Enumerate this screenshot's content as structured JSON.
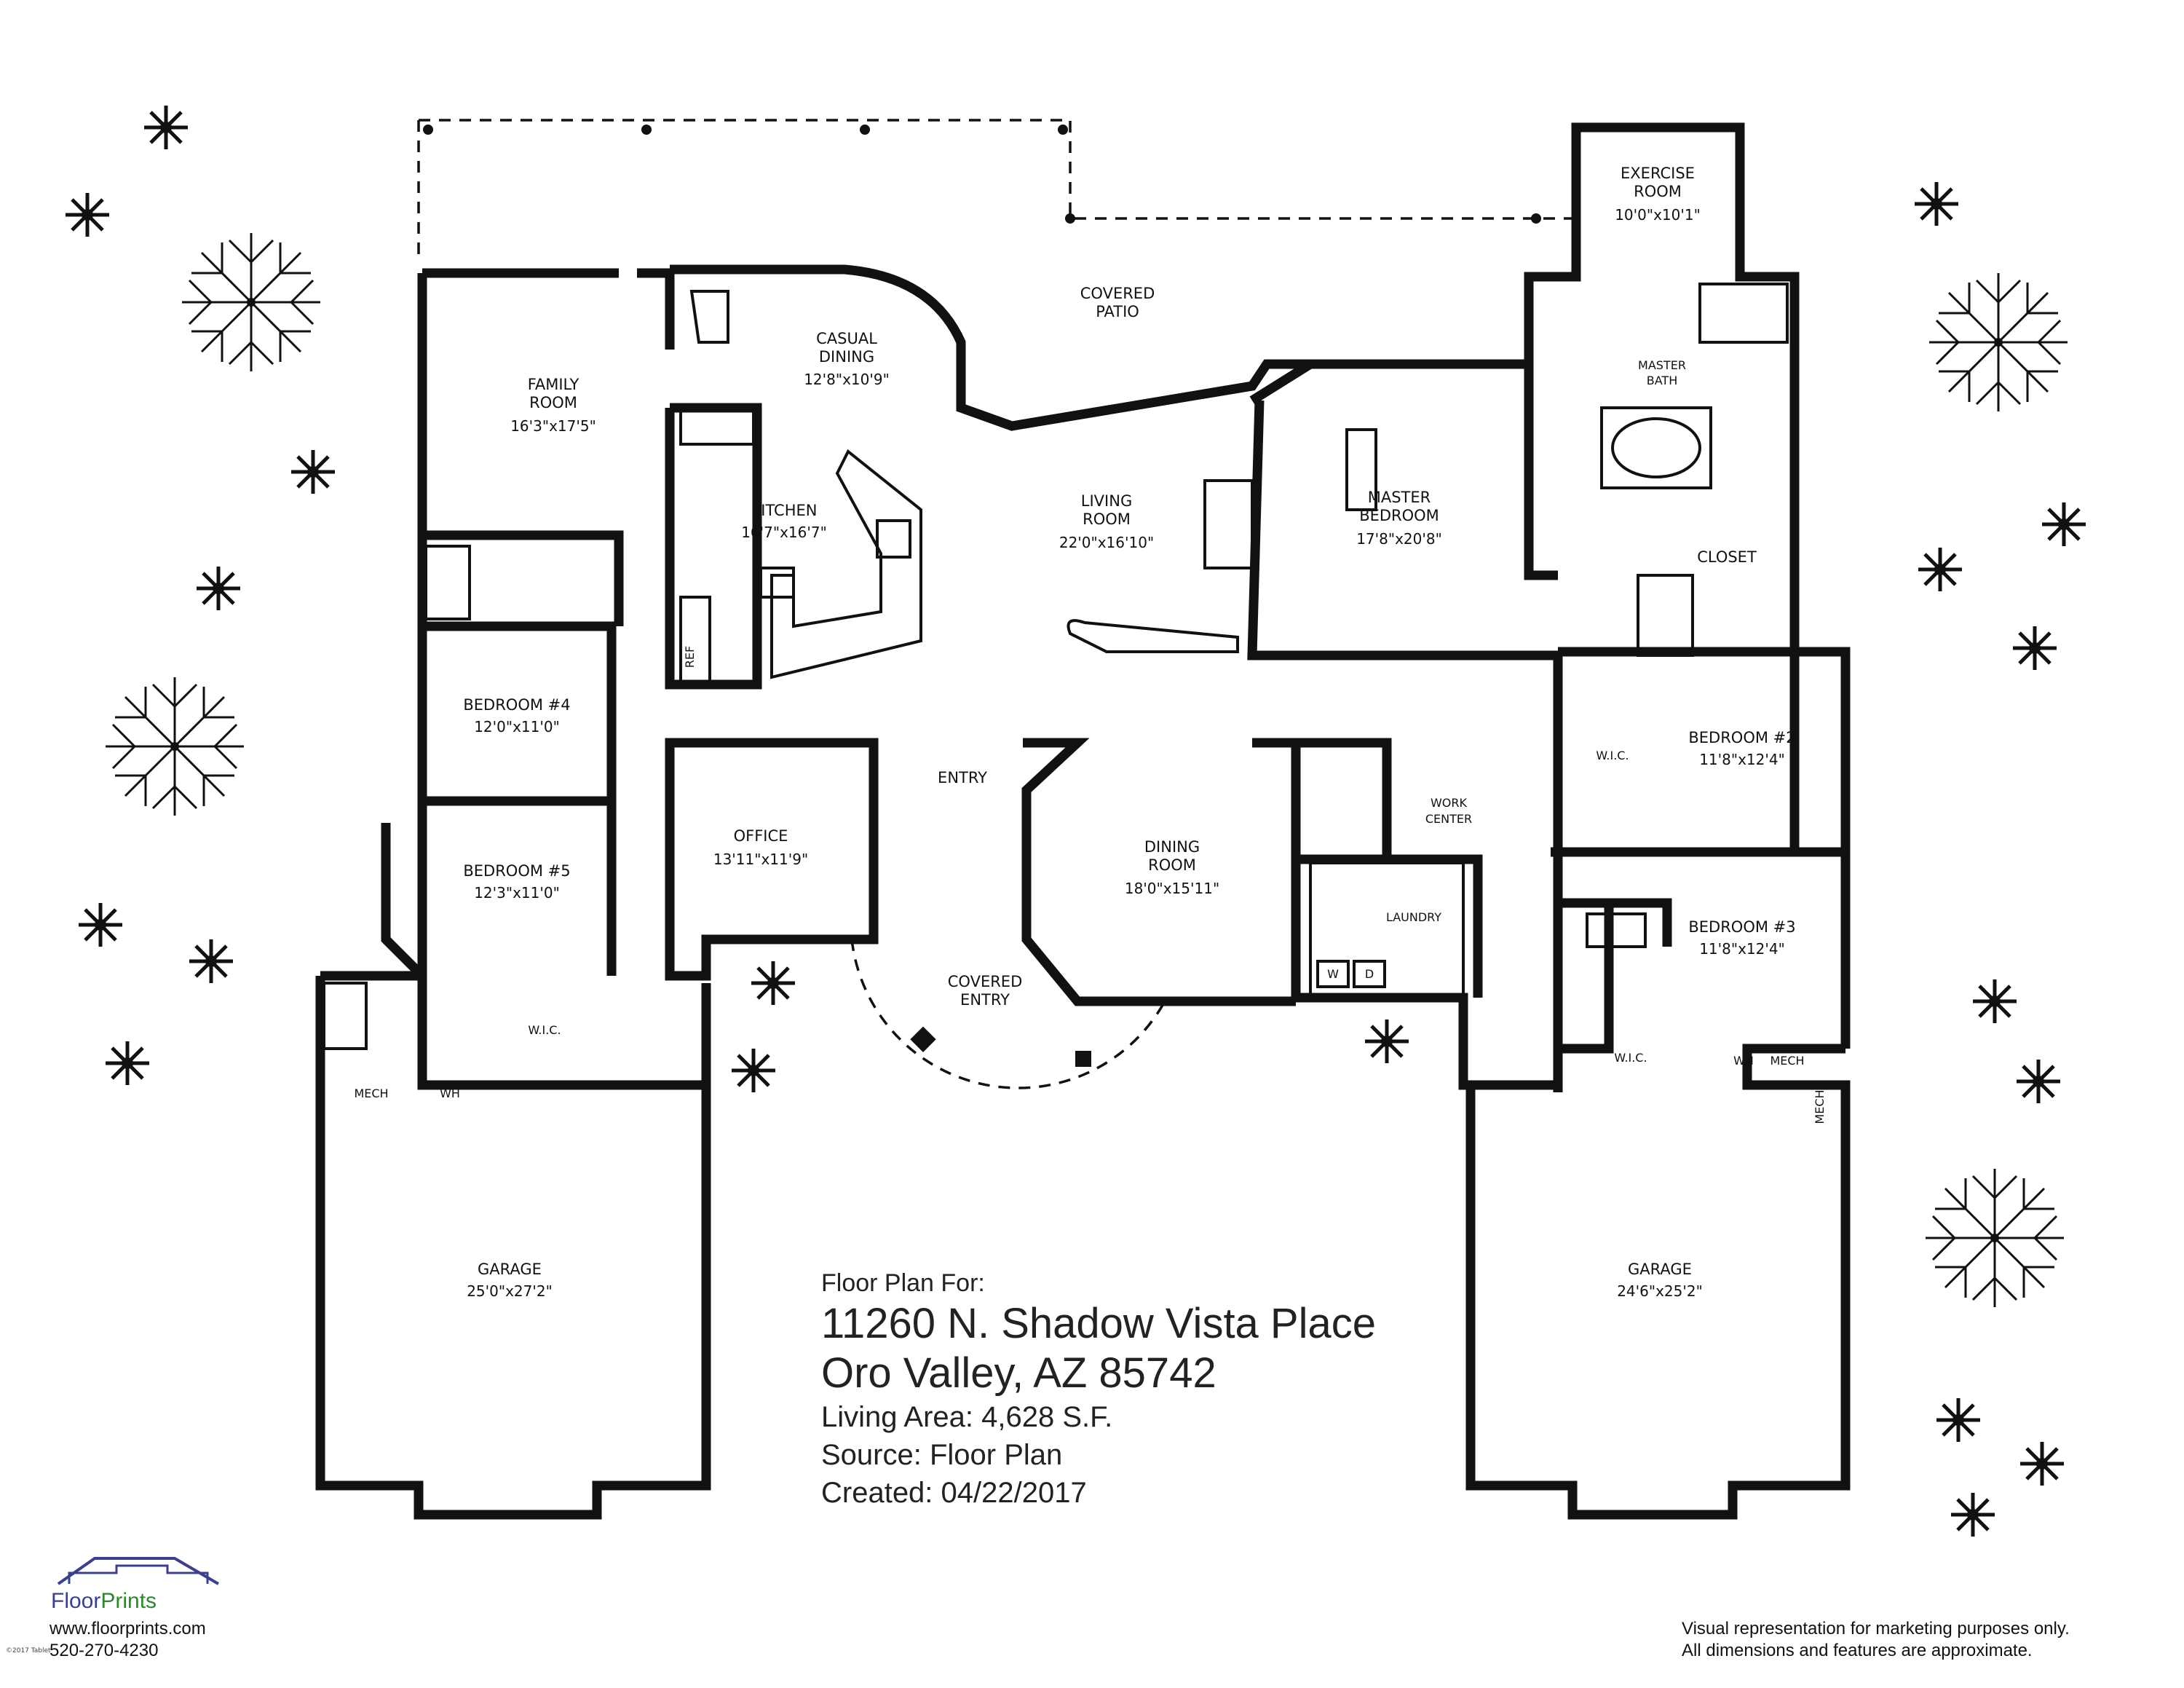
{
  "rooms": {
    "exercise": {
      "name1": "EXERCISE",
      "name2": "ROOM",
      "dim": "10'0\"x10'1\""
    },
    "covered_patio": {
      "name1": "COVERED",
      "name2": "PATIO"
    },
    "casual_dining": {
      "name1": "CASUAL",
      "name2": "DINING",
      "dim": "12'8\"x10'9\""
    },
    "family_room": {
      "name1": "FAMILY",
      "name2": "ROOM",
      "dim": "16'3\"x17'5\""
    },
    "kitchen": {
      "name": "KITCHEN",
      "dim": "16'7\"x16'7\""
    },
    "living_room": {
      "name1": "LIVING",
      "name2": "ROOM",
      "dim": "22'0\"x16'10\""
    },
    "master_bedroom": {
      "name1": "MASTER",
      "name2": "BEDROOM",
      "dim": "17'8\"x20'8\""
    },
    "master_bath": {
      "name1": "MASTER",
      "name2": "BATH"
    },
    "closet": {
      "name": "CLOSET"
    },
    "bedroom4": {
      "name": "BEDROOM #4",
      "dim": "12'0\"x11'0\""
    },
    "bedroom5": {
      "name": "BEDROOM #5",
      "dim": "12'3\"x11'0\""
    },
    "office": {
      "name": "OFFICE",
      "dim": "13'11\"x11'9\""
    },
    "entry": {
      "name": "ENTRY"
    },
    "dining_room": {
      "name1": "DINING",
      "name2": "ROOM",
      "dim": "18'0\"x15'11\""
    },
    "work_center": {
      "name1": "WORK",
      "name2": "CENTER"
    },
    "laundry": {
      "name": "LAUNDRY"
    },
    "bedroom2": {
      "name": "BEDROOM #2",
      "dim": "11'8\"x12'4\""
    },
    "bedroom3": {
      "name": "BEDROOM #3",
      "dim": "11'8\"x12'4\""
    },
    "covered_entry": {
      "name1": "COVERED",
      "name2": "ENTRY"
    },
    "garage_left": {
      "name": "GARAGE",
      "dim": "25'0\"x27'2\""
    },
    "garage_right": {
      "name": "GARAGE",
      "dim": "24'6\"x25'2\""
    }
  },
  "fixtures": {
    "ref": "REF",
    "wic": "W.I.C.",
    "mech": "MECH",
    "wh": "WH",
    "washer": "W",
    "dryer": "D"
  },
  "info": {
    "line1": "Floor Plan For:",
    "address1": "11260 N. Shadow Vista Place",
    "address2": "Oro Valley, AZ  85742",
    "living_area": "Living Area:  4,628 S.F.",
    "source": "Source:  Floor Plan",
    "created": "Created:  04/22/2017"
  },
  "branding": {
    "name_floor": "Floor",
    "name_prints": "Prints",
    "website": "www.floorprints.com",
    "phone": "520-270-4230",
    "copyright": "©2017 Tablet",
    "disclaimer1": "Visual representation for marketing purposes only.",
    "disclaimer2": "All dimensions and features are approximate.",
    "brand_blue": "#3a3f8f",
    "brand_green": "#2a8a2a"
  }
}
